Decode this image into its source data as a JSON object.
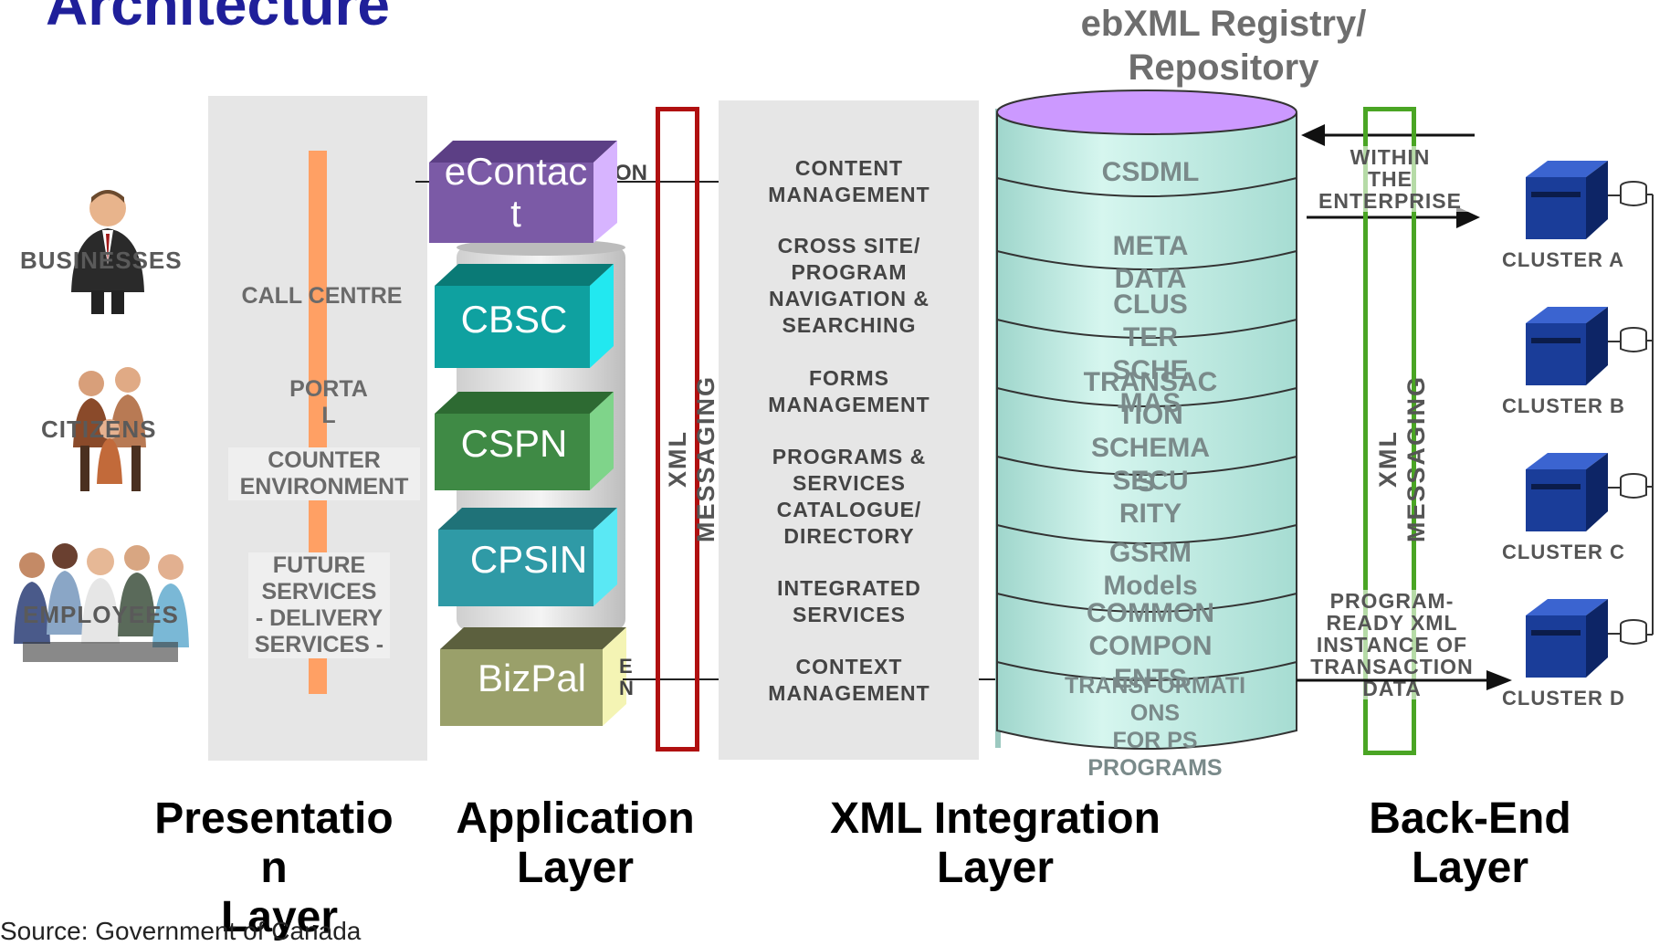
{
  "title": "Architecture",
  "registry_title": [
    "ebXML Registry/",
    "Repository"
  ],
  "actors": [
    "BUSINESSES",
    "CITIZENS",
    "EMPLOYEES"
  ],
  "presentation_items": {
    "call_centre": "CALL CENTRE",
    "portal": [
      "PORTA",
      "L"
    ],
    "counter": [
      "COUNTER",
      "ENVIRONMENT"
    ],
    "future": [
      "FUTURE",
      "SERVICES",
      "- DELIVERY",
      "SERVICES -"
    ]
  },
  "applications": {
    "econtact": [
      "eContac",
      "t"
    ],
    "econtact_tail": "ON",
    "cbsc": "CBSC",
    "cspn": "CSPN",
    "cpsin": "CPSIN",
    "bizpal": "BizPal",
    "bizpal_tail": [
      "E",
      "N"
    ]
  },
  "xml_messaging_left": "XML MESSAGING",
  "integration_services": {
    "content": [
      "CONTENT",
      "MANAGEMENT"
    ],
    "cross": [
      "CROSS SITE/",
      "PROGRAM",
      "NAVIGATION &",
      "SEARCHING"
    ],
    "forms": [
      "FORMS",
      "MANAGEMENT"
    ],
    "programs": [
      "PROGRAMS &",
      "SERVICES",
      "CATALOGUE/",
      "DIRECTORY"
    ],
    "integrated": [
      "INTEGRATED",
      "SERVICES"
    ],
    "context": [
      "CONTEXT",
      "MANAGEMENT"
    ]
  },
  "registry_items": {
    "csdml": "CSDML",
    "meta": [
      "META",
      "DATA"
    ],
    "cluster_schemas": [
      "CLUS",
      "TER",
      "SCHE",
      "MAS"
    ],
    "transaction": [
      "TRANSAC",
      "TION"
    ],
    "schema_security": [
      "SCHEMA",
      "SECU",
      "RITY"
    ],
    "security_overlap": "S",
    "gsrm": [
      "GSRM",
      "Models"
    ],
    "common": [
      "COMMON",
      "COMPON",
      "ENTS"
    ],
    "transform": [
      "TRANSFORMATI",
      "ONS",
      "FOR PS",
      "PROGRAMS"
    ]
  },
  "within_enterprise": [
    "WITHIN",
    "THE",
    "ENTERPRISE"
  ],
  "xml_messaging_right": "XML MESSAGING",
  "program_ready": [
    "PROGRAM-",
    "READY XML",
    "INSTANCE OF",
    "TRANSACTION",
    "DATA"
  ],
  "clusters": [
    "CLUSTER A",
    "CLUSTER B",
    "CLUSTER C",
    "CLUSTER D"
  ],
  "layers": {
    "presentation": [
      "Presentatio",
      "n",
      "Layer"
    ],
    "application": [
      "Application",
      "Layer"
    ],
    "xml_integration": [
      "XML Integration",
      "Layer"
    ],
    "backend": [
      "Back-End",
      "Layer"
    ]
  },
  "source": "Source: Government of Canada",
  "colors": {
    "title": "#1f1f9a",
    "econtact": "#7b5aa6",
    "cbsc": "#0fa1a0",
    "cspn": "#3f8a45",
    "cpsin": "#2f9aa6",
    "bizpal": "#9aa06a",
    "xml_left_border": "#b01010",
    "xml_right_border": "#4aa524",
    "db_body": "#c6efe6",
    "db_top": "#cc99ff",
    "orange_bar": "#ffa064",
    "cluster_blue": "#1a3d99"
  }
}
